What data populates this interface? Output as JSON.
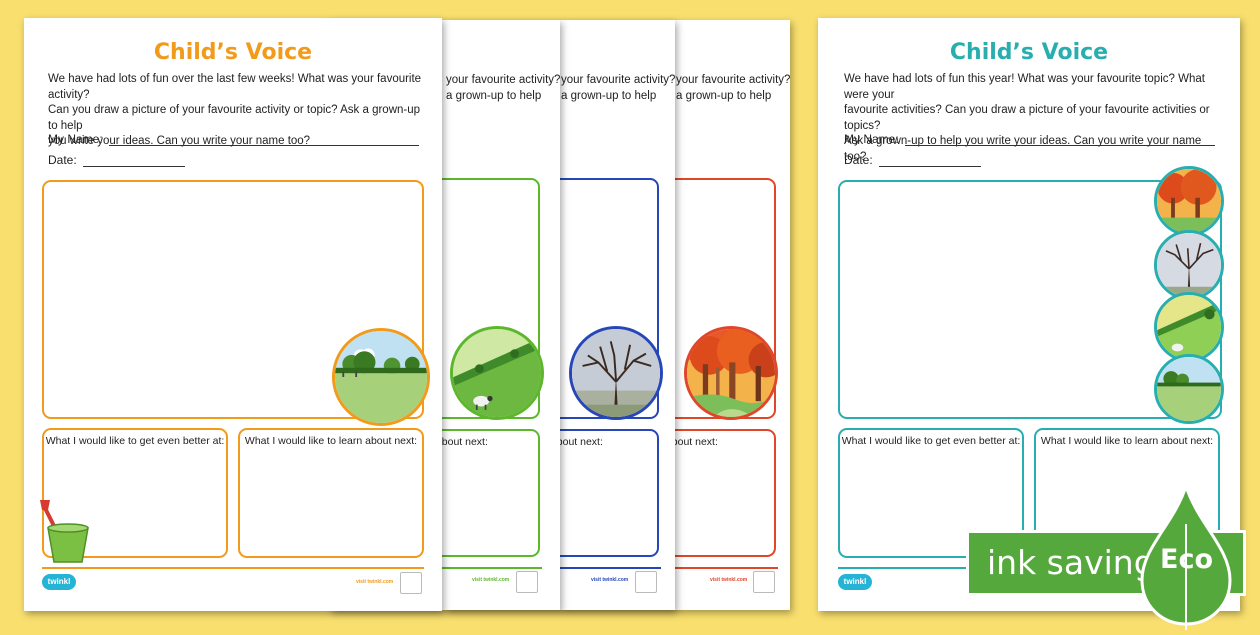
{
  "colors": {
    "background": "#f9df6e",
    "orange": "#f29a1a",
    "green": "#5cb72c",
    "blue": "#2747b8",
    "red": "#e0472a",
    "teal": "#29aeb0",
    "eco_green": "#55a83b"
  },
  "sheet_orange": {
    "title": "Child’s Voice",
    "intro_lines": [
      "We have had lots of fun over the last few weeks! What was your favourite activity?",
      "Can you draw a picture of your favourite activity or topic? Ask a grown-up to help",
      "you write your ideas. Can you write your name too?"
    ],
    "name_label": "My Name:",
    "date_label": "Date:",
    "better_label": "What I would like to get even better at:",
    "learn_label": "What I would like to learn about next:",
    "logo": "twinkl",
    "visit": "visit twinkl.com",
    "image_icon": "summer-meadow-scene",
    "decor_icon": "bucket-spade-icon"
  },
  "sheet_green": {
    "peek_line1": "your favourite activity?",
    "peek_line2": "a grown-up to help",
    "learn_label": "to learn about next:",
    "visit": "visit twinkl.com",
    "image_icon": "spring-field-sheep-scene"
  },
  "sheet_blue": {
    "peek_line1": "your favourite activity?",
    "peek_line2": "a grown-up to help",
    "learn_label": "to learn about next:",
    "visit": "visit twinkl.com",
    "image_icon": "winter-bare-tree-scene"
  },
  "sheet_red": {
    "peek_line1": "your favourite activity?",
    "peek_line2": "a grown-up to help",
    "learn_label": "to learn about next:",
    "visit": "visit twinkl.com",
    "image_icon": "autumn-forest-scene"
  },
  "sheet_teal": {
    "title": "Child’s Voice",
    "intro_lines": [
      "We have had lots of fun this year! What was your favourite topic? What were your",
      "favourite activities? Can you draw a picture of your favourite activities or topics?",
      "Ask a grown-up to help you write your ideas. Can you write your name too?"
    ],
    "name_label": "My Name:",
    "date_label": "Date:",
    "better_label": "What I would like to get even better at:",
    "learn_label": "What I would like to learn about next:",
    "logo": "twinkl",
    "season_icons": [
      "autumn-scene",
      "winter-tree-scene",
      "spring-field-scene",
      "summer-meadow-scene"
    ]
  },
  "eco_badge": {
    "text": "ink saving",
    "word": "Eco",
    "icon": "eco-drop-icon"
  }
}
